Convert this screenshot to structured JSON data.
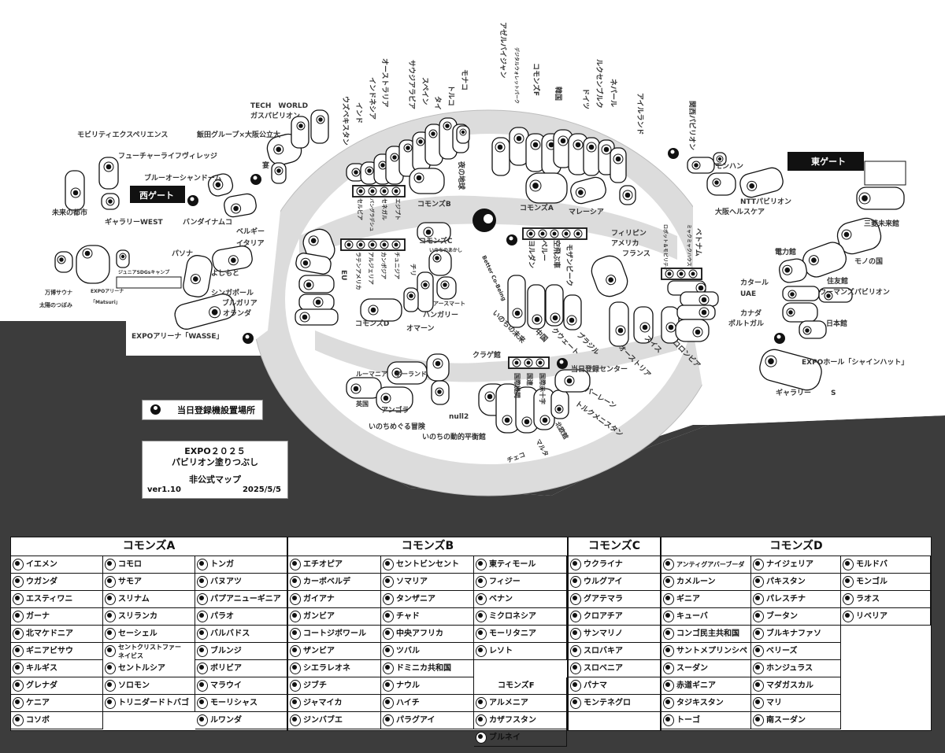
{
  "map": {
    "labels": {
      "west_gate": "西ゲート",
      "east_gate": "東ゲート",
      "mobility": "モビリティエクスペリエンス",
      "future_village": "フューチャーライフヴィレッジ",
      "future_city": "未来の都市",
      "gallery_west": "ギャラリーWEST",
      "blue_ocean": "ブルーオーシャンドーム",
      "bandai": "バンダイナムコ",
      "tech_world": "TECH　WORLD",
      "gas": "ガスパビリオン",
      "iida": "飯田グループ×大阪公立大",
      "en": "宴",
      "pasona": "パソナ",
      "yoshimoto": "よしもと",
      "bampaku_sauna": "万博サウナ",
      "taiyo": "太陽のつぼみ",
      "expo_arena": "EXPOアリーナ",
      "matsuri": "「Matsuri」",
      "junior_sdgs": "ジュニアSDGsキャンプ",
      "expo_arena_wasse": "EXPOアリーナ「WASSE」",
      "belgium": "ベルギー",
      "italy": "イタリア",
      "singapore": "シンガポール",
      "bulgaria": "ブルガリア",
      "netherlands": "オランダ",
      "eu": "EU",
      "uzbekistan": "ウズベキスタン",
      "india": "インド",
      "indonesia": "インドネシア",
      "australia": "オーストラリア",
      "saudi": "サウジアラビア",
      "spain": "スペイン",
      "thai": "タイ",
      "turkey": "トルコ",
      "monaco": "モナコ",
      "yoru_chikyu": "夜の地球",
      "serbia": "セルビア",
      "bangladesh": "バングラデシュ",
      "senegal": "セネガル",
      "egypt": "エジプト",
      "commons_b": "コモンズB",
      "commons_c": "コモンズC",
      "commons_a": "コモンズA",
      "commons_f": "コモンズF",
      "commons_d": "コモンズD",
      "latin": "ラテンアメリカ",
      "algeria": "アルジェリア",
      "cambodia": "カンボジア",
      "tunisia": "チュニジア",
      "chile": "チリ",
      "inochi_akashi": "いのちのあかし",
      "earth_mart": "アースマート",
      "hungary": "ハンガリー",
      "oman": "オマーン",
      "azerbaijan": "アゼルバイジャン",
      "digital_wallet": "デジタルウォレットパーク",
      "korea": "韓国",
      "luxembourg": "ルクセンブルク",
      "germany": "ドイツ",
      "nepal": "ネパール",
      "ireland": "アイルランド",
      "malaysia": "マレーシア",
      "kansai": "関西パビリオン",
      "monhan": "モンハン",
      "ntt": "NTTパビリオン",
      "osaka_health": "大阪ヘルスケア",
      "mitsubishi": "三菱未来館",
      "denryoku": "電力館",
      "mono": "モノの国",
      "sumitomo": "住友館",
      "womens": "ウーマンズパビリオン",
      "nihonkan": "日本館",
      "expo_hall": "EXPOホール「シャインハット」",
      "gallery": "ギャラリー",
      "s_mark": "S",
      "qatar": "カタール",
      "uae": "UAE",
      "canada": "カナダ",
      "portugal": "ポルトガル",
      "vietnam": "ベトナム",
      "robot": "ロボット＆モビリティ",
      "mirai": "ミャクミャクハウス",
      "philippines": "フィリピン",
      "america": "アメリカ",
      "france": "フランス",
      "mozambique": "モザンビーク",
      "peru": "ペルー",
      "jordan": "ヨルダン",
      "soratobu": "空飛ぶ車",
      "better": "Better Co-Being",
      "inochi_mirai": "いのちの未来",
      "china": "中国",
      "kuwait": "クウェート",
      "brazil": "ブラジル",
      "austria": "オーストリア",
      "swiss": "スイス",
      "colombia": "コロンビア",
      "jellyfish": "クラゲ館",
      "registration": "当日登録センター",
      "bahrain": "バーレーン",
      "turkmenistan": "トルクメニスタン",
      "kokuren": "国連",
      "kokusai_kikan": "国際機関",
      "red_cross": "国際赤十字",
      "nordic": "北欧館",
      "malta": "マルタ",
      "czech": "チェコ",
      "null2": "null2",
      "dotekiheiko": "いのちの動的平衡館",
      "inochi_meguru": "いのちめぐる冒険",
      "angola": "アンゴラ",
      "uk": "英国",
      "romania": "ルーマニア",
      "poland": "ポーランド"
    },
    "colors": {
      "ground": "#3c3c3c",
      "ring": "#dcdcdc",
      "ink": "#111111"
    }
  },
  "legend": {
    "registration_spot": "当日登録機設置場所"
  },
  "title_box": {
    "line1": "EXPO２０２５",
    "line2": "パビリオン塗りつぶし",
    "line3": "非公式マップ",
    "version": "ver1.10",
    "date": "2025/5/5"
  },
  "tables": [
    {
      "title": "コモンズA",
      "columns": [
        [
          "イエメン",
          "ウガンダ",
          "エスティワニ",
          "ガーナ",
          "北マケドニア",
          "ギニアビサウ",
          "キルギス",
          "グレナダ",
          "ケニア",
          "コソボ"
        ],
        [
          "コモロ",
          "サモア",
          "スリナム",
          "スリランカ",
          "セーシェル",
          "セントクリストファー\nネイビス",
          "セントルシア",
          "ソロモン",
          "トリニダードトバゴ"
        ],
        [
          "トンガ",
          "バヌアツ",
          "パプアニューギニア",
          "パラオ",
          "バルバドス",
          "ブルンジ",
          "ボリビア",
          "マラウイ",
          "モーリシャス",
          "ルワンダ"
        ]
      ]
    },
    {
      "title": "コモンズB",
      "columns": [
        [
          "エチオピア",
          "カーボベルデ",
          "ガイアナ",
          "ガンビア",
          "コートジボワール",
          "ザンビア",
          "シエラレオネ",
          "ジブチ",
          "ジャマイカ",
          "ジンバブエ"
        ],
        [
          "セントビンセント",
          "ソマリア",
          "タンザニア",
          "チャド",
          "中央アフリカ",
          "ツバル",
          "ドミニカ共和国",
          "ナウル",
          "ハイチ",
          "パラグアイ"
        ],
        [
          "東ティモール",
          "フィジー",
          "ベナン",
          "ミクロネシア",
          "モーリタニア",
          "レソト"
        ]
      ]
    },
    {
      "title": "コモンズF",
      "columns": [
        [
          "アルメニア",
          "カザフスタン",
          "ブルネイ"
        ]
      ]
    },
    {
      "title": "コモンズC",
      "columns": [
        [
          "ウクライナ",
          "ウルグアイ",
          "グアテマラ",
          "クロアチア",
          "サンマリノ",
          "スロバキア",
          "スロベニア",
          "パナマ",
          "モンテネグロ"
        ]
      ]
    },
    {
      "title": "コモンズD",
      "columns": [
        [
          "アンティグアバーブーダ",
          "カメルーン",
          "ギニア",
          "キューバ",
          "コンゴ民主共和国",
          "サントメプリンシペ",
          "スーダン",
          "赤道ギニア",
          "タジキスタン",
          "トーゴ"
        ],
        [
          "ナイジェリア",
          "パキスタン",
          "パレスチナ",
          "ブータン",
          "ブルキナファソ",
          "ベリーズ",
          "ホンジュラス",
          "マダガスカル",
          "マリ",
          "南スーダン"
        ],
        [
          "モルドバ",
          "モンゴル",
          "ラオス",
          "リベリア"
        ]
      ]
    }
  ]
}
